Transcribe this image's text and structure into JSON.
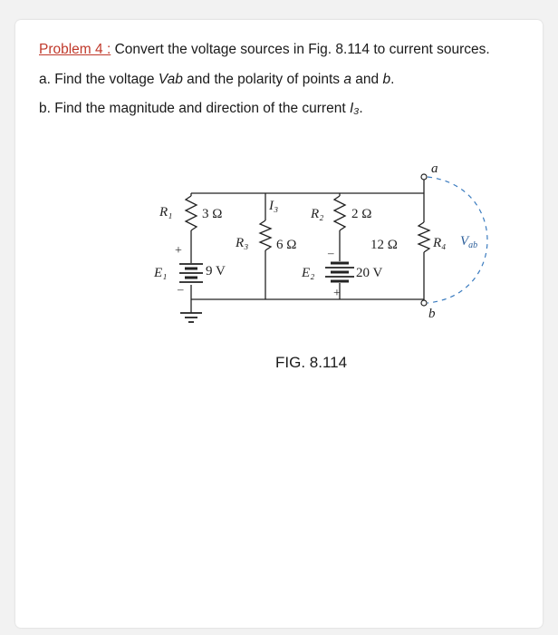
{
  "problem": {
    "title": "Problem 4 :",
    "statement": " Convert the voltage sources in Fig. 8.114 to current sources.",
    "part_a": {
      "prefix": "a. Find the voltage ",
      "var": "Vab",
      "mid": " and the polarity of points ",
      "pa": "a",
      "and": " and ",
      "pb": "b",
      "end": "."
    },
    "part_b": {
      "prefix": "b. Find the magnitude and direction of the current ",
      "var": "I₃",
      "end": "."
    }
  },
  "figure": {
    "caption": "FIG. 8.114",
    "labels": {
      "r1": "R₁",
      "r1_val": "3 Ω",
      "r3": "R₃",
      "r3_val": "6 Ω",
      "i3": "I₃",
      "r2": "R₂",
      "r2_val": "2 Ω",
      "r4": "R₄",
      "r4_val": "12 Ω",
      "vab": "V",
      "vab_sub": "ab",
      "e1": "E₁",
      "e1_val": "9 V",
      "e2": "E₂",
      "e2_val": "20 V",
      "node_a": "a",
      "node_b": "b",
      "plus": "+",
      "minus": "–"
    }
  },
  "colors": {
    "title_red": "#c0392b",
    "dashed_blue": "#3a7bbf"
  }
}
